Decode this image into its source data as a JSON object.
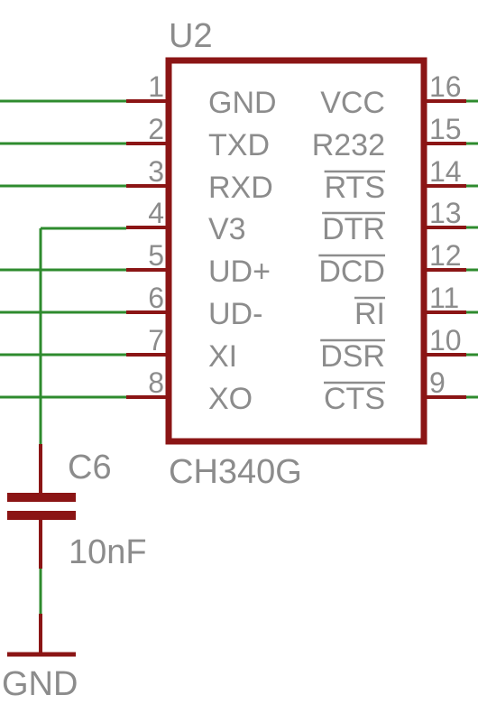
{
  "chip": {
    "designator": "U2",
    "part": "CH340G",
    "left_pins": [
      {
        "num": "1",
        "name": "GND",
        "overbar": false
      },
      {
        "num": "2",
        "name": "TXD",
        "overbar": false
      },
      {
        "num": "3",
        "name": "RXD",
        "overbar": false
      },
      {
        "num": "4",
        "name": "V3",
        "overbar": false
      },
      {
        "num": "5",
        "name": "UD+",
        "overbar": false
      },
      {
        "num": "6",
        "name": "UD-",
        "overbar": false
      },
      {
        "num": "7",
        "name": "XI",
        "overbar": false
      },
      {
        "num": "8",
        "name": "XO",
        "overbar": false
      }
    ],
    "right_pins": [
      {
        "num": "16",
        "name": "VCC",
        "overbar": false
      },
      {
        "num": "15",
        "name": "R232",
        "overbar": false
      },
      {
        "num": "14",
        "name": "RTS",
        "overbar": true
      },
      {
        "num": "13",
        "name": "DTR",
        "overbar": true
      },
      {
        "num": "12",
        "name": "DCD",
        "overbar": true
      },
      {
        "num": "11",
        "name": "RI",
        "overbar": true
      },
      {
        "num": "10",
        "name": "DSR",
        "overbar": true
      },
      {
        "num": "9",
        "name": "CTS",
        "overbar": true
      }
    ]
  },
  "capacitor": {
    "designator": "C6",
    "value": "10nF"
  },
  "ground": {
    "label": "GND"
  },
  "colors": {
    "body": "#8b1515",
    "wire": "#2e8b2e",
    "text": "#8c8c8c"
  }
}
